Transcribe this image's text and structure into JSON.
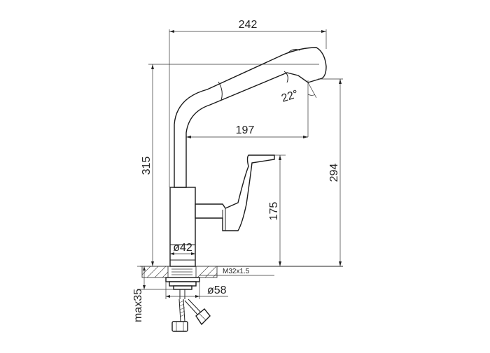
{
  "dimensions": {
    "overall_width": "242",
    "spout_reach": "197",
    "height_total": "315",
    "outlet_height": "294",
    "lever_height": "175",
    "body_diameter": "ø42",
    "mount_diameter": "ø58",
    "max_thickness": "max35",
    "thread": "M32x1.5",
    "spout_angle": "22°"
  },
  "colors": {
    "line": "#222222",
    "background": "#ffffff"
  }
}
